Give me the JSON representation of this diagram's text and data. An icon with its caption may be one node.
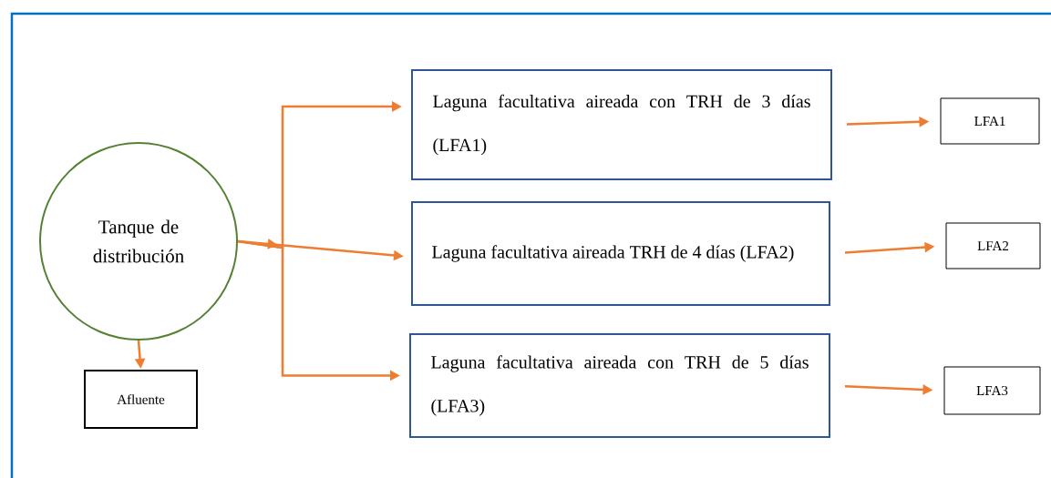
{
  "diagram": {
    "nodes": [
      {
        "text": [
          "Tanque de distribución"
        ]
      },
      {
        "text": [
          "Afluente"
        ]
      },
      {
        "text": [
          "Laguna facultativa aireada con TRH de 3 días (LFA1)"
        ]
      },
      {
        "text": [
          "Laguna facultativa aireada TRH de 4 días (LFA2)"
        ]
      },
      {
        "text": [
          "Laguna facultativa aireada con TRH de 5 días (LFA3)"
        ]
      },
      {
        "text": [
          "LFA1"
        ]
      },
      {
        "text": [
          "LFA2"
        ]
      },
      {
        "text": [
          "LFA3"
        ]
      }
    ],
    "edges": [
      {
        "from": 0,
        "to": 1,
        "arrow": "to"
      },
      {
        "from": 0,
        "to": 2,
        "arrow": "to"
      },
      {
        "from": 0,
        "to": 3,
        "arrow": "to"
      },
      {
        "from": 0,
        "to": 4,
        "arrow": "to"
      },
      {
        "from": 2,
        "to": 5,
        "arrow": "to"
      },
      {
        "from": 3,
        "to": 6,
        "arrow": "to"
      },
      {
        "from": 4,
        "to": 7,
        "arrow": "to"
      }
    ]
  }
}
